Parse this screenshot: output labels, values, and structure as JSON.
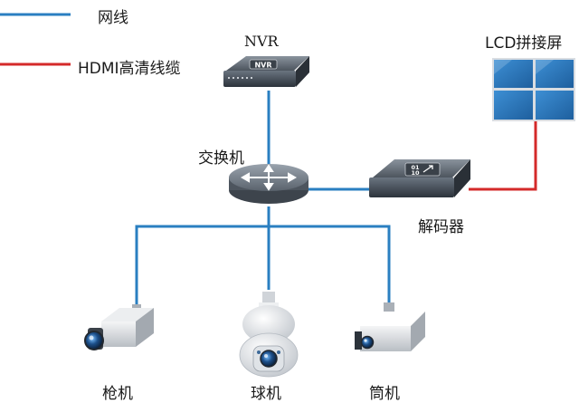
{
  "legend": {
    "network": {
      "label": "网线",
      "color": "#2a7fc1"
    },
    "hdmi": {
      "label": "HDMI高清线缆",
      "color": "#d42a2a"
    }
  },
  "nodes": {
    "nvr": {
      "label": "NVR",
      "badge": "NVR"
    },
    "lcd": {
      "label": "LCD拼接屏"
    },
    "switch": {
      "label": "交换机"
    },
    "decoder": {
      "label": "解码器",
      "badge_top": "01",
      "badge_bottom": "10"
    },
    "gun_camera": {
      "label": "枪机"
    },
    "dome_camera": {
      "label": "球机"
    },
    "bullet_camera": {
      "label": "筒机"
    }
  }
}
